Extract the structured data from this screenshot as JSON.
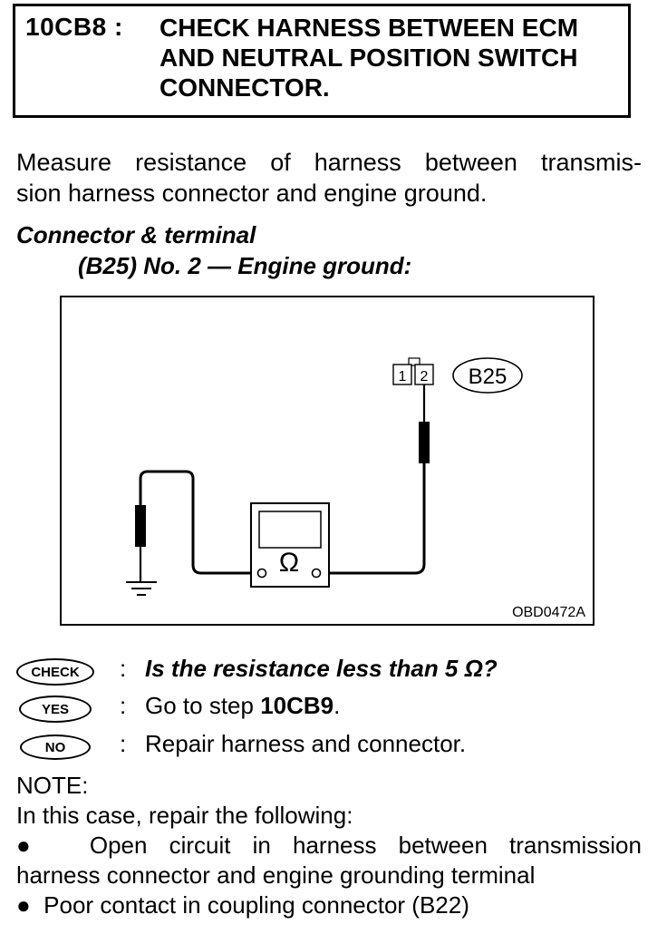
{
  "title": {
    "step_id": "10CB8 :",
    "lines": [
      "CHECK HARNESS BETWEEN ECM",
      "AND NEUTRAL POSITION SWITCH",
      "CONNECTOR."
    ]
  },
  "intro": {
    "line1": "Measure resistance of harness between transmis-",
    "line2": "sion harness connector and engine ground."
  },
  "connector": {
    "label": "Connector & terminal",
    "spec": "(B25) No. 2 — Engine ground:"
  },
  "diagram": {
    "pin1": "1",
    "pin2": "2",
    "connector_id": "B25",
    "meter_symbol": "Ω",
    "figure_code": "OBD0472A",
    "icons": [
      "ground-icon",
      "ohmmeter-icon",
      "connector-icon"
    ]
  },
  "results": [
    {
      "badge": "CHECK",
      "colon": ":",
      "text": "Is the resistance less than 5 Ω?"
    },
    {
      "badge": "YES",
      "colon": ":",
      "text_prefix": "Go to step ",
      "step": "10CB9",
      "text_suffix": "."
    },
    {
      "badge": "NO",
      "colon": ":",
      "text": "Repair harness and connector."
    }
  ],
  "note": {
    "heading": "NOTE:",
    "intro": "In this case, repair the following:",
    "bullet1_line1": "Open circuit in harness between transmission",
    "bullet1_line2": "harness connector and engine grounding terminal",
    "bullet2": "Poor contact in coupling connector (B22)",
    "bullet_char": "●"
  }
}
